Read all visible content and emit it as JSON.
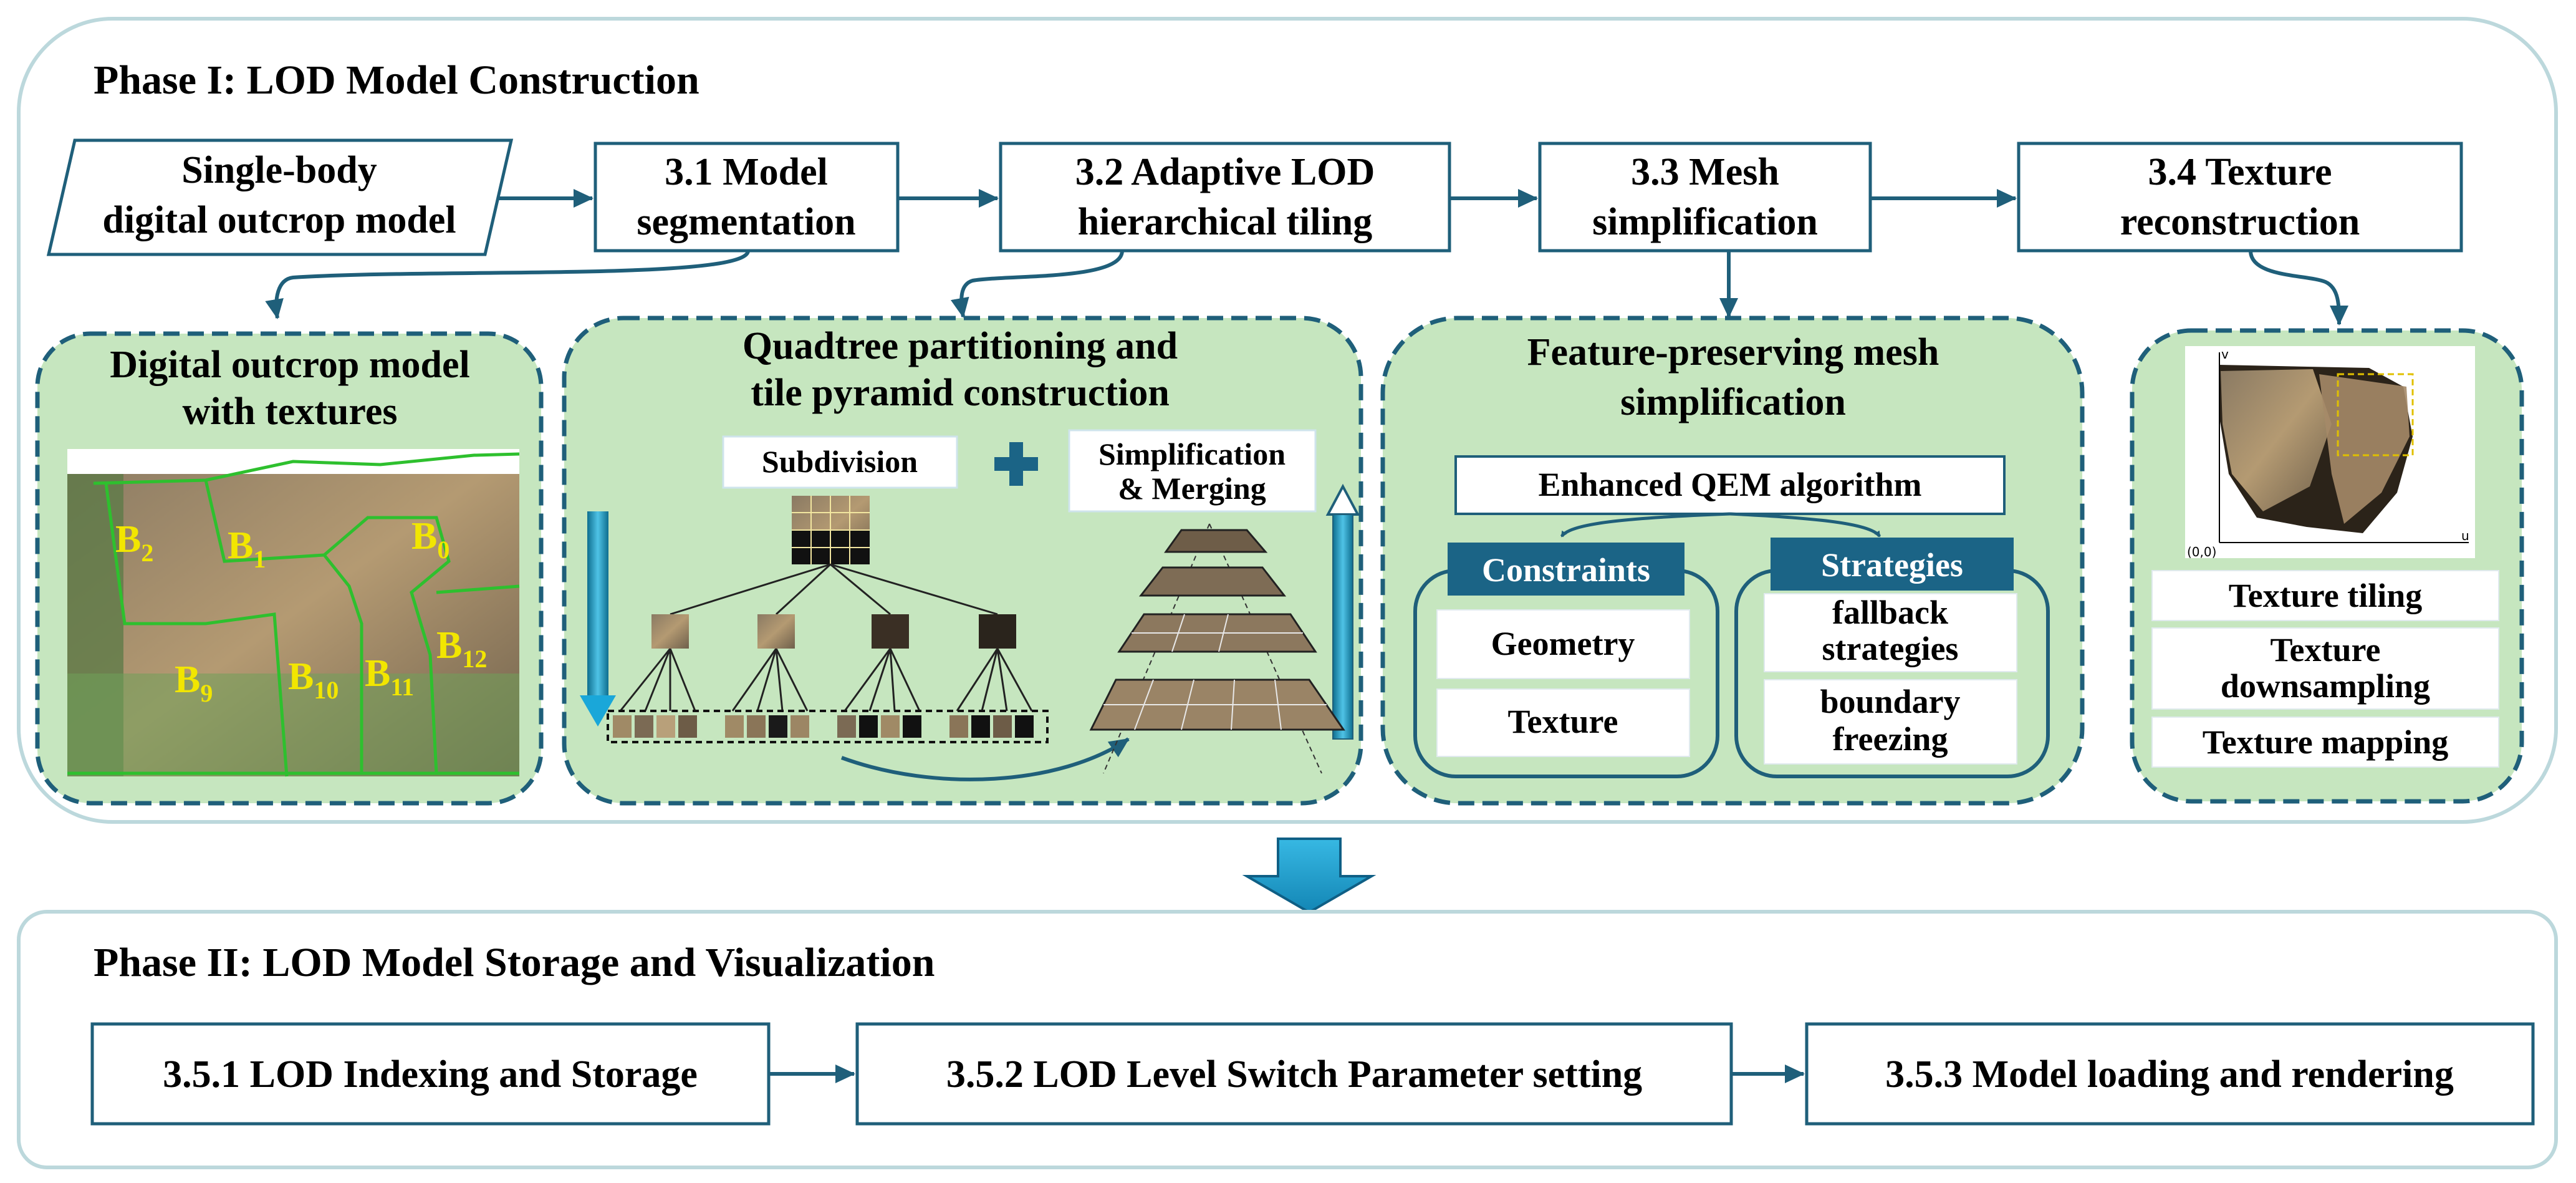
{
  "phase1": {
    "title": "Phase I: LOD Model Construction",
    "input_lines": [
      "Single-body",
      "digital outcrop model"
    ],
    "steps": [
      {
        "lines": [
          "3.1 Model",
          "segmentation"
        ]
      },
      {
        "lines": [
          "3.2 Adaptive LOD",
          "hierarchical tiling"
        ]
      },
      {
        "lines": [
          "3.3 Mesh",
          "simplification"
        ]
      },
      {
        "lines": [
          "3.4 Texture",
          "reconstruction"
        ]
      }
    ],
    "panel_outcrop": {
      "title_lines": [
        "Digital outcrop model",
        "with textures"
      ],
      "blocks": [
        {
          "base": "B",
          "sub": "2"
        },
        {
          "base": "B",
          "sub": "1"
        },
        {
          "base": "B",
          "sub": "0"
        },
        {
          "base": "B",
          "sub": "9"
        },
        {
          "base": "B",
          "sub": "10"
        },
        {
          "base": "B",
          "sub": "11"
        },
        {
          "base": "B",
          "sub": "12"
        }
      ]
    },
    "panel_quadtree": {
      "title_lines": [
        "Quadtree partitioning and",
        "tile pyramid construction"
      ],
      "subdivision": "Subdivision",
      "merging_lines": [
        "Simplification",
        "& Merging"
      ]
    },
    "panel_mesh": {
      "title_lines": [
        "Feature-preserving mesh",
        "simplification"
      ],
      "algorithm": "Enhanced QEM algorithm",
      "constraints": {
        "header": "Constraints",
        "items": [
          "Geometry",
          "Texture"
        ]
      },
      "strategies": {
        "header": "Strategies",
        "items": [
          [
            "fallback",
            "strategies"
          ],
          [
            "boundary",
            "freezing"
          ]
        ]
      }
    },
    "panel_texture": {
      "axis_v": "v",
      "axis_u": "u",
      "origin": "(0,0)",
      "items": [
        [
          "Texture tiling"
        ],
        [
          "Texture",
          "downsampling"
        ],
        [
          "Texture mapping"
        ]
      ]
    }
  },
  "phase2": {
    "title": "Phase II: LOD Model Storage and Visualization",
    "steps": [
      "3.5.1 LOD Indexing and Storage",
      "3.5.2  LOD Level Switch Parameter setting",
      "3.5.3 Model loading and rendering"
    ]
  },
  "colors": {
    "panel_fill": "#c6e6bf",
    "panel_border": "#1f5f7a",
    "outer_border": "#bcd8dc",
    "header_fill": "#1b6486",
    "arrow_fill": "#1aa7d9"
  }
}
